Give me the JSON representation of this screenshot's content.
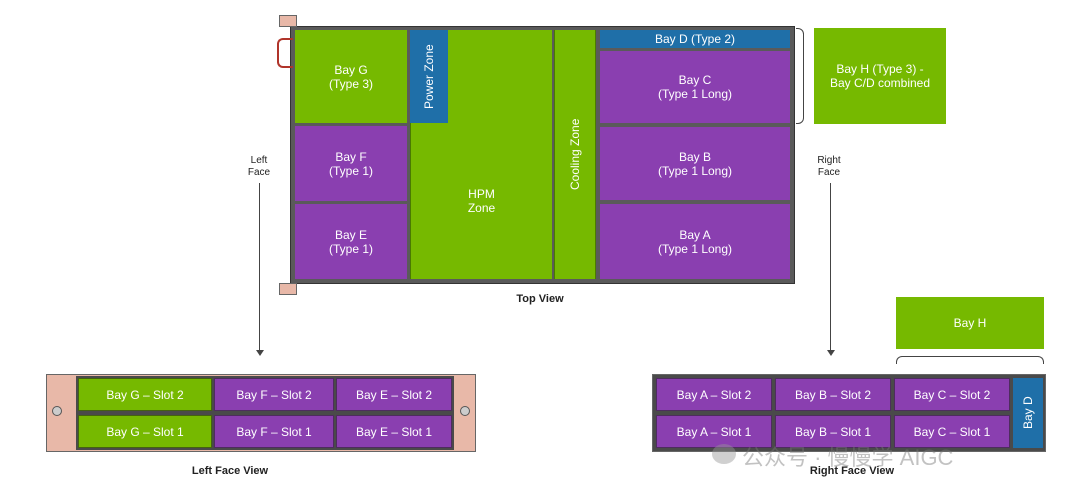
{
  "top": {
    "bay_g": "Bay G\n(Type 3)",
    "power_zone": "Power Zone",
    "hpm_zone": "HPM\nZone",
    "cooling_zone": "Cooling Zone",
    "bay_d": "Bay D (Type 2)",
    "bay_c": "Bay C\n(Type 1 Long)",
    "bay_b": "Bay B\n(Type 1 Long)",
    "bay_a": "Bay A\n(Type 1 Long)",
    "bay_f": "Bay F\n(Type 1)",
    "bay_e": "Bay E\n(Type 1)",
    "bay_h_note": "Bay H (Type 3) -\nBay C/D combined",
    "caption": "Top View"
  },
  "left_face_label": "Left\nFace",
  "right_face_label": "Right\nFace",
  "left_face": {
    "slots": [
      "Bay G – Slot 2",
      "Bay F – Slot 2",
      "Bay E – Slot 2",
      "Bay G – Slot 1",
      "Bay F – Slot 1",
      "Bay E – Slot 1"
    ],
    "caption": "Left Face View"
  },
  "right_face": {
    "slots": [
      "Bay A – Slot 2",
      "Bay B – Slot 2",
      "Bay C – Slot 2",
      "Bay A – Slot 1",
      "Bay B – Slot 1",
      "Bay C – Slot 1"
    ],
    "bay_d": "Bay D",
    "bay_h": "Bay H",
    "caption": "Right Face View"
  },
  "watermark": "公众号 · 慢慢学 AIGC",
  "colors": {
    "green": "#76b900",
    "purple": "#8a3fb0",
    "blue": "#1f6fa8"
  }
}
